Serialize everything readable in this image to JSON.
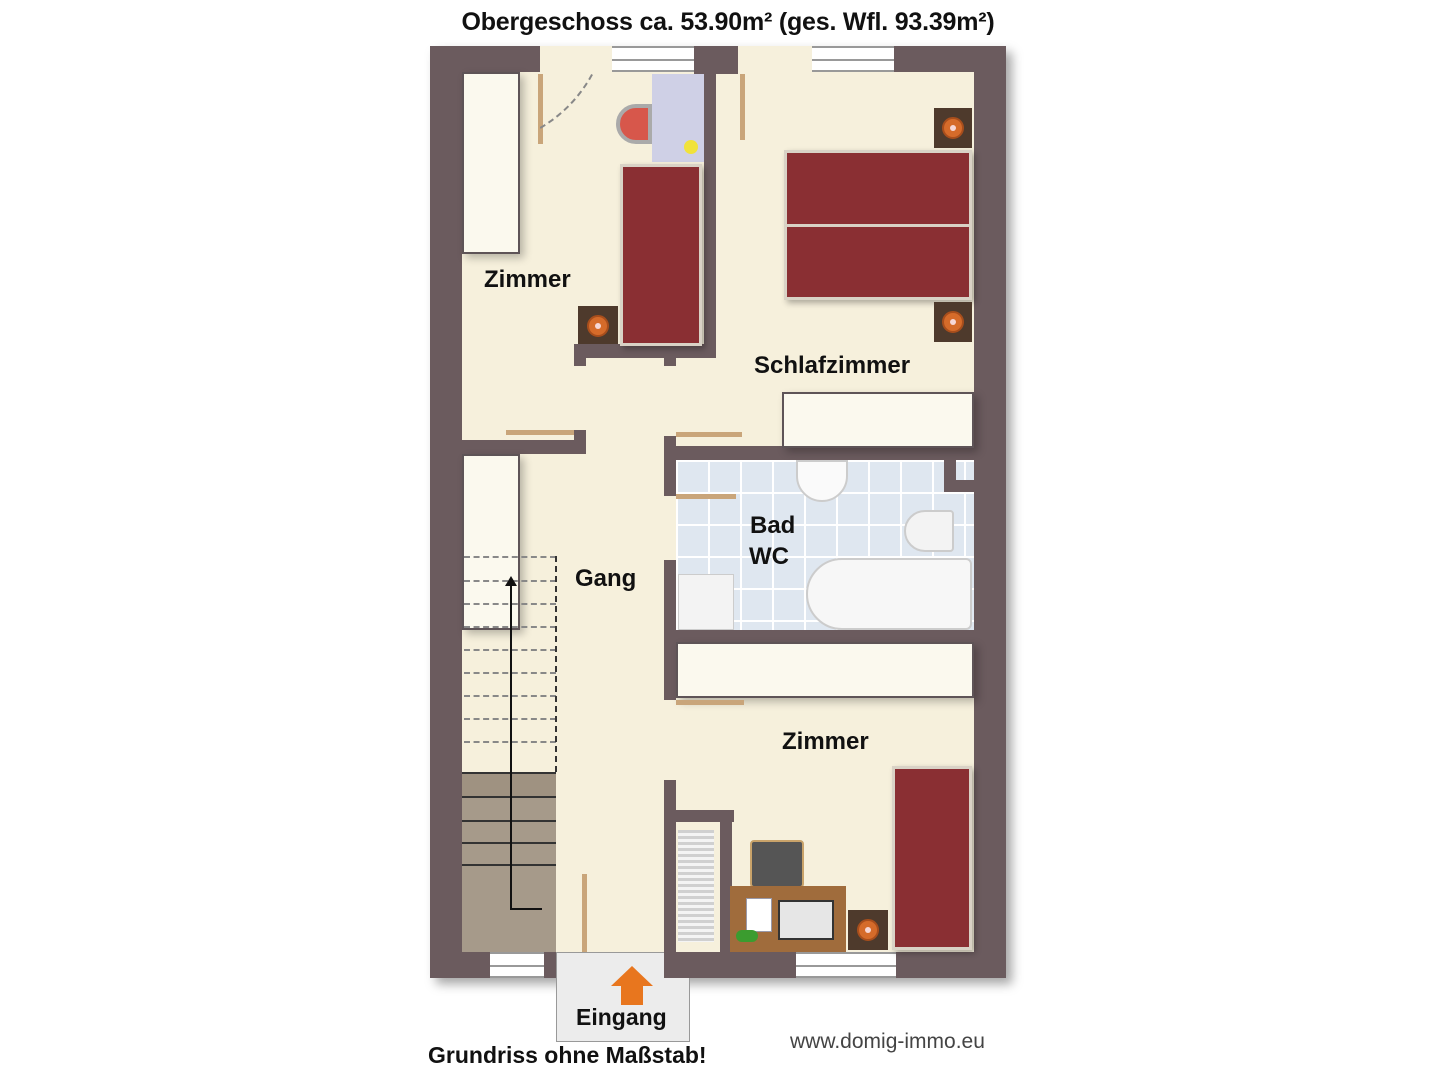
{
  "header": {
    "title": "Obergeschoss ca. 53.90m² (ges. Wfl. 93.39m²)"
  },
  "rooms": [
    {
      "name": "Zimmer",
      "position": "top-left"
    },
    {
      "name": "Schlafzimmer",
      "position": "top-right"
    },
    {
      "name": "Bad",
      "position": "middle-right-line1"
    },
    {
      "name": "WC",
      "position": "middle-right-line2"
    },
    {
      "name": "Gang",
      "position": "center"
    },
    {
      "name": "Zimmer",
      "position": "bottom-right"
    }
  ],
  "entrance": {
    "label": "Eingang",
    "arrow_color": "#e8761e"
  },
  "footer": {
    "note": "Grundriss ohne Maßstab!",
    "website": "www.domig-immo.eu"
  },
  "colors": {
    "wall": "#6b5b5e",
    "floor": "#f6f0dc",
    "bed": "#8a2f33",
    "tiles": "#dfe7f0"
  }
}
